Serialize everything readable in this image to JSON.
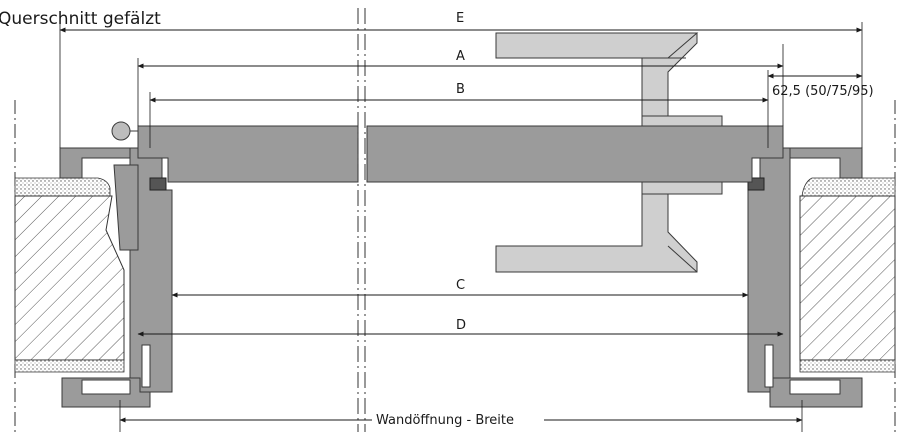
{
  "title": "Querschnitt gefälzt",
  "labels": {
    "E": "E",
    "A": "A",
    "B": "B",
    "C": "C",
    "D": "D",
    "rebate": "62,5 (50/75/95)",
    "wall_opening": "Wandöffnung - Breite"
  },
  "colors": {
    "frame": "#9b9b9b",
    "handle": "#cfcfcf",
    "line": "#1a1a1a"
  }
}
